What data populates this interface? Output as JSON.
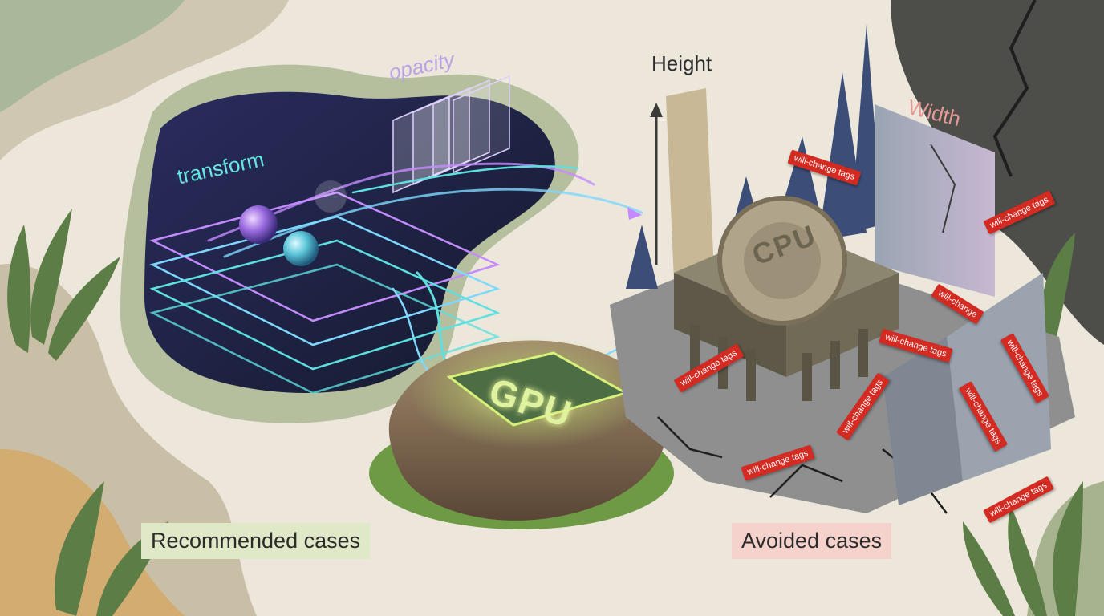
{
  "labels": {
    "transform": "transform",
    "opacity": "opacity",
    "height": "Height",
    "width": "Width",
    "gpu": "GPU",
    "cpu": "CPU",
    "recommended": "Recommended cases",
    "avoided": "Avoided cases"
  },
  "tags": [
    "will-change tags",
    "will-change tags",
    "will-change",
    "will-change tags",
    "will-change tags",
    "will-change tags",
    "will-change tags",
    "will-change tags",
    "will-change tags",
    "will-change tags"
  ],
  "colors": {
    "recommended_bg": "#dfe9c8",
    "avoided_bg": "#f6d2cc",
    "tag_red": "#d32a22",
    "glow_cyan": "#5fe0e0",
    "glow_violet": "#c48bff"
  }
}
